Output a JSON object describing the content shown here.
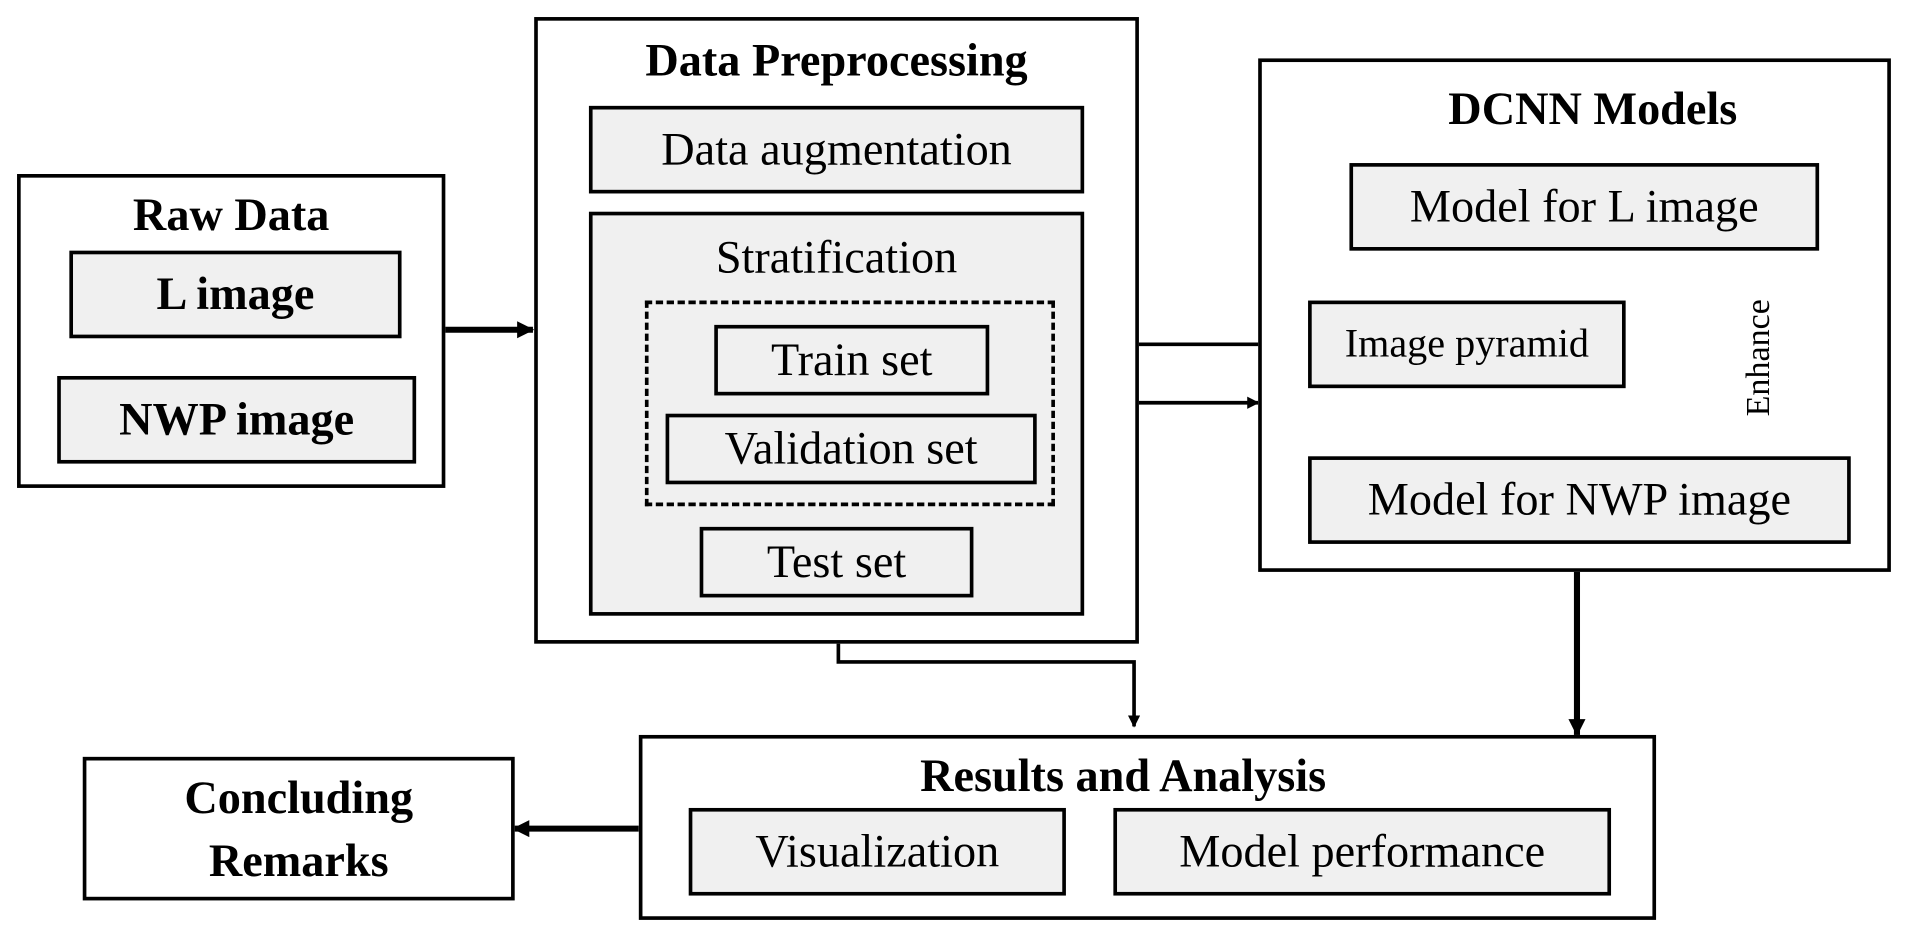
{
  "raw_data": {
    "title": "Raw Data",
    "items": [
      "L image",
      "NWP image"
    ]
  },
  "preprocessing": {
    "title": "Data Preprocessing",
    "augmentation": "Data augmentation",
    "stratification": {
      "title": "Stratification",
      "train": "Train set",
      "validation": "Validation set",
      "test": "Test set"
    }
  },
  "dcnn": {
    "title": "DCNN Models",
    "model_l": "Model for L image",
    "pyramid": "Image pyramid",
    "enhance_label": "Enhance",
    "model_nwp": "Model for NWP image"
  },
  "results": {
    "title": "Results and Analysis",
    "items": [
      "Visualization",
      "Model performance"
    ]
  },
  "conclusion": {
    "line1": "Concluding",
    "line2": "Remarks"
  },
  "colors": {
    "stroke": "#000000",
    "box_fill": "#f0f0f0",
    "background": "#ffffff"
  }
}
